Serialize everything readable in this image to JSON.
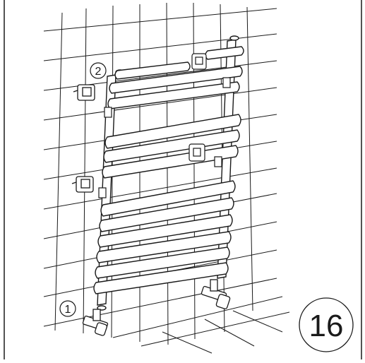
{
  "figure": {
    "step_number": "16",
    "callout_1": "1",
    "callout_2": "2"
  },
  "colors": {
    "line": "#1a1a1a",
    "background": "#ffffff"
  }
}
